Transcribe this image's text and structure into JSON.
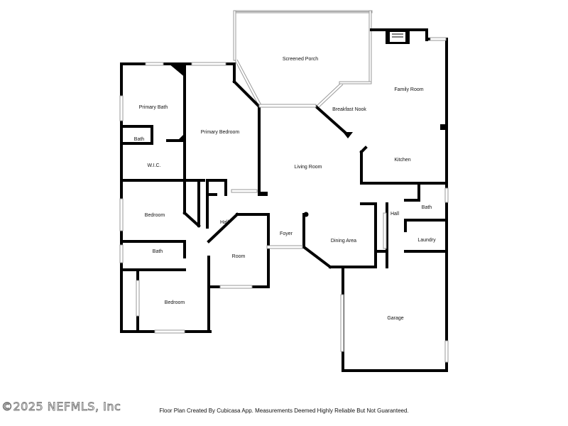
{
  "rooms": {
    "screened_porch": "Screened Porch",
    "family_room": "Family Room",
    "breakfast_nook": "Breakfast Nook",
    "primary_bath": "Primary Bath",
    "primary_bedroom": "Primary Bedroom",
    "bath_primary_wc": "Bath",
    "wic": "W.I.C.",
    "living_room": "Living Room",
    "kitchen": "Kitchen",
    "bedroom_1": "Bedroom",
    "hall_west": "Hall",
    "hall_east": "Hall",
    "bath_east": "Bath",
    "foyer": "Foyer",
    "dining_area": "Dining Area",
    "laundry": "Laundry",
    "bath_hall": "Bath",
    "room": "Room",
    "bedroom_2": "Bedroom",
    "garage": "Garage"
  },
  "watermark": "©2025 NEFMLS, Inc",
  "caption": "Floor Plan Created By Cubicasa App. Measurements Deemed Highly Reliable But Not Guaranteed."
}
